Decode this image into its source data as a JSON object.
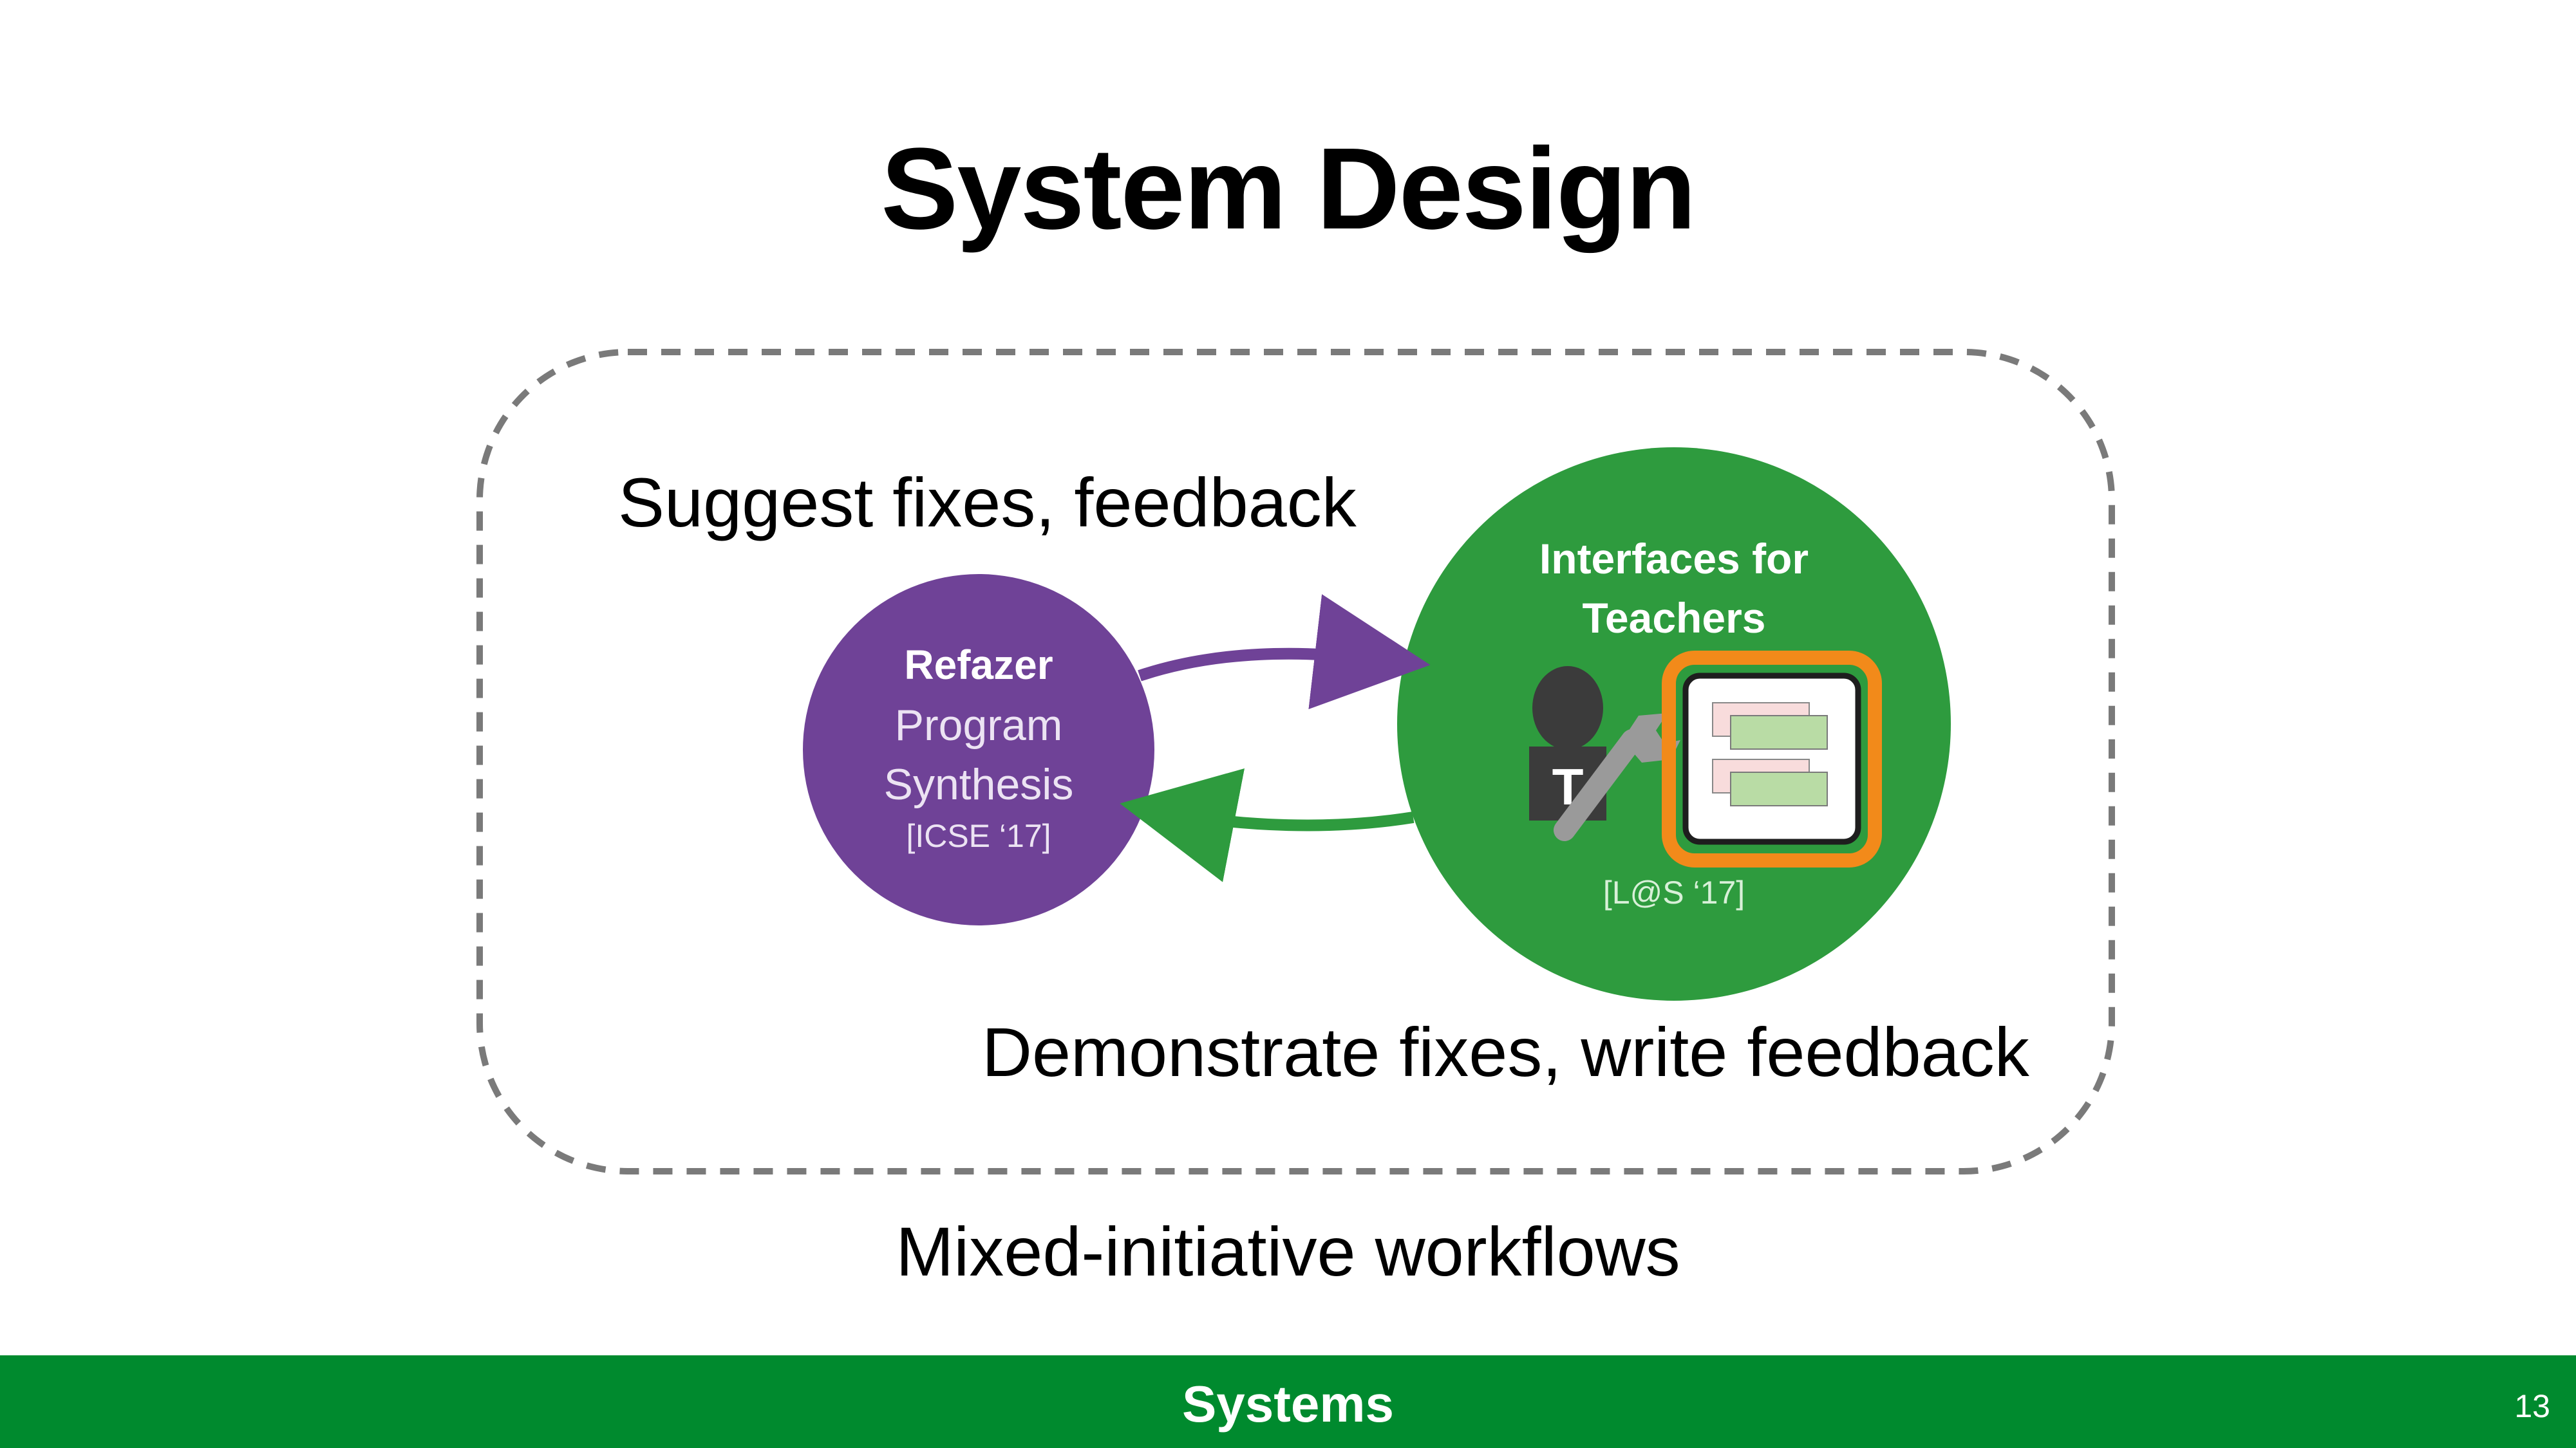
{
  "slide": {
    "title": "System Design",
    "labels": {
      "suggest": "Suggest fixes, feedback",
      "demonstrate": "Demonstrate fixes, write feedback",
      "mixed": "Mixed-initiative workflows"
    },
    "refazer": {
      "name": "Refazer",
      "line1": "Program",
      "line2": "Synthesis",
      "citation": "[ICSE ‘17]"
    },
    "teachers": {
      "line1": "Interfaces for",
      "line2": "Teachers",
      "avatar_letter": "T",
      "citation": "[L@S ‘17]"
    }
  },
  "footer": {
    "section": "Systems",
    "page_number": "13"
  },
  "colors": {
    "purple": "#6f4297",
    "green": "#2e9b3e",
    "footer_green": "#008a2e",
    "orange": "#f28a1a",
    "dashed_border": "#7a7a7a"
  },
  "icons": [
    "teacher-avatar-icon",
    "wrench-icon",
    "code-diff-icon"
  ]
}
